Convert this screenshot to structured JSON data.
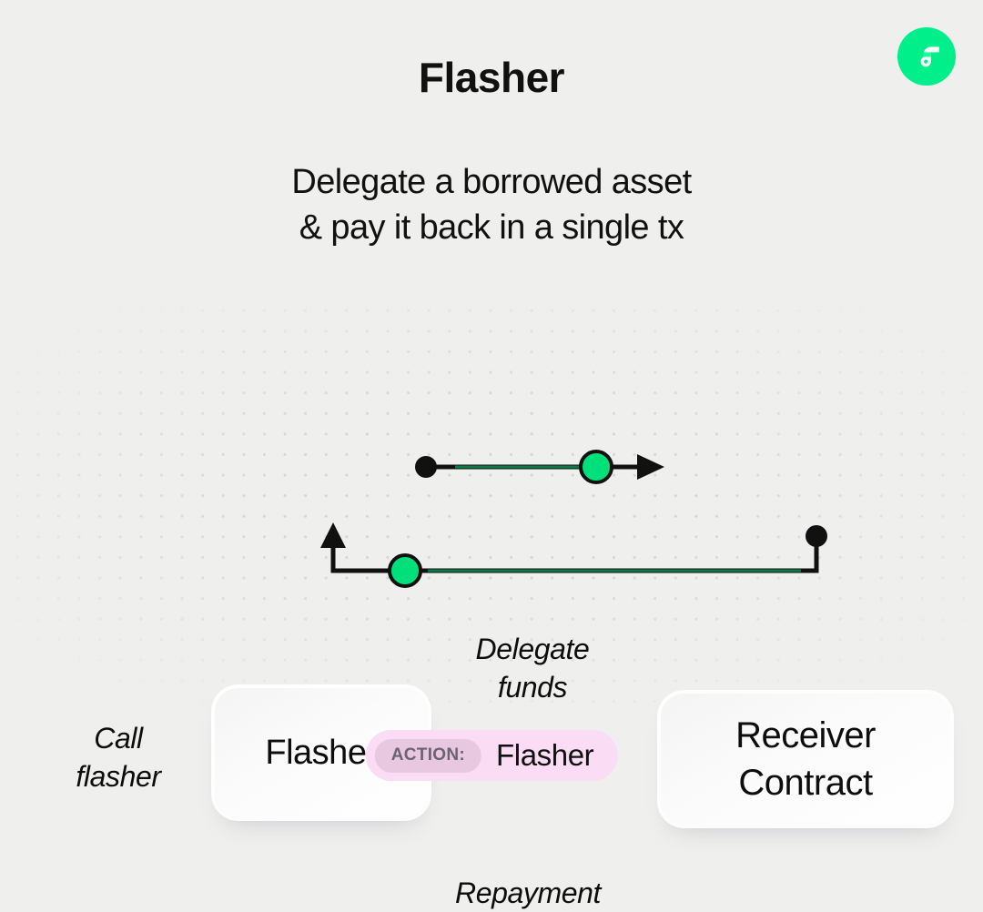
{
  "header": {
    "title": "Flasher",
    "subtitle": "Delegate a borrowed asset\n& pay it back in a single tx",
    "logo_icon": "flow-f-logo-icon"
  },
  "diagram": {
    "type": "flow-diagram",
    "nodes": [
      {
        "id": "flasher",
        "label": "Flasher"
      },
      {
        "id": "receiver",
        "label": "Receiver\nContract"
      }
    ],
    "edges": [
      {
        "id": "call-flasher",
        "label": "Call\nflasher",
        "from": "external-caller",
        "to": "flasher",
        "marker": "none"
      },
      {
        "id": "delegate-funds",
        "label": "Delegate\nfunds",
        "from": "flasher",
        "to": "receiver",
        "marker": "arrow-right",
        "dot_color": "#00e07a"
      },
      {
        "id": "repayment",
        "label": "Repayment",
        "from": "receiver",
        "to": "flasher",
        "marker": "arrow-up",
        "dot_color": "#00e07a"
      }
    ],
    "colors": {
      "background": "#efefed",
      "accent_green": "#00e07a",
      "edge_stroke": "#111111",
      "grid_dot": "#d6d6d4"
    }
  },
  "footer": {
    "action_tag": "ACTION:",
    "action_value": "Flasher",
    "chip_color": "#fadcf4",
    "tag_color": "#e8c7e1"
  }
}
